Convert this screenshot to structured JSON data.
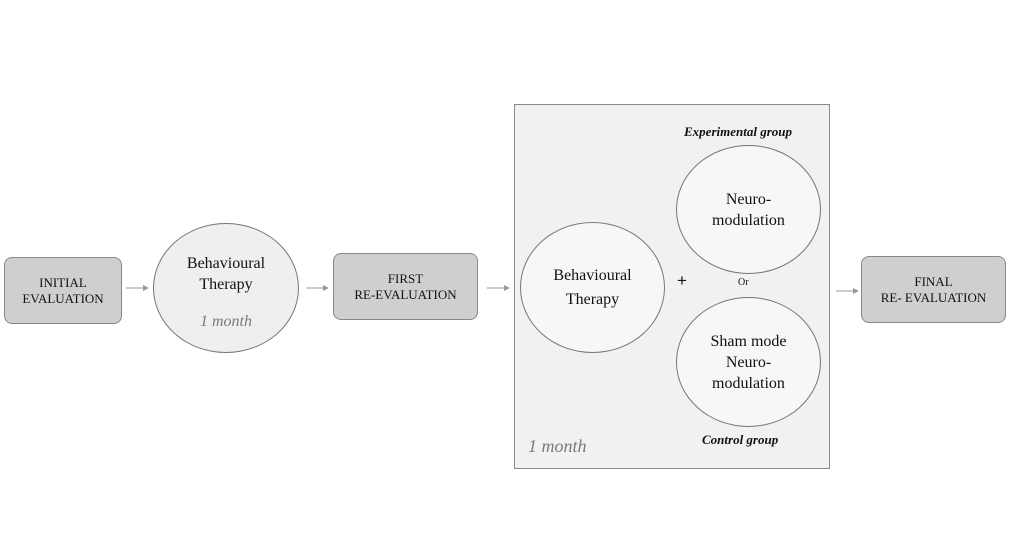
{
  "boxes": {
    "initial": "INITIAL\nEVALUATION",
    "first": "FIRST\nRE-EVALUATION",
    "final": "FINAL\nRE- EVALUATION"
  },
  "stage1": {
    "therapy": "Behavioural\nTherapy",
    "duration": "1 month"
  },
  "stage2": {
    "therapy": "Behavioural\nTherapy",
    "plus": "+",
    "or": "Or",
    "neuromodulation": "Neuro-\nmodulation",
    "sham": "Sham mode\nNeuro-\nmodulation",
    "experimental_label": "Experimental group",
    "control_label": "Control group",
    "duration": "1 month"
  }
}
